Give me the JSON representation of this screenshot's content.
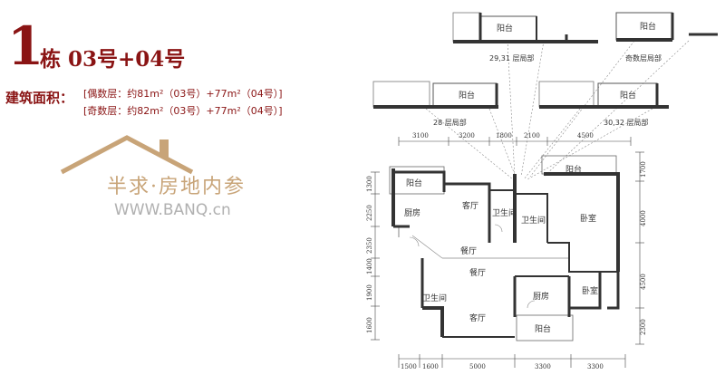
{
  "title": {
    "number": "1",
    "building": "栋 03号+04号"
  },
  "area": {
    "label": "建筑面积：",
    "even": "[偶数层：约81m²（03号）+77m²（04号）]",
    "odd": "[奇数层：约82m²（03号）+77m²（04号）]"
  },
  "watermark": {
    "line1": "半求·房地内参",
    "line2": "WWW.BANQ.cn"
  },
  "rooms": {
    "balcony_nw": "阳台",
    "kitchen_w": "厨房",
    "living_n": "客厅",
    "bath_n": "卫生间",
    "bath_ne": "卫生间",
    "bedroom_ne": "卧室",
    "balcony_ne": "阳台",
    "dining_n": "餐厅",
    "dining_s": "餐厅",
    "bath_sw": "卫生间",
    "kitchen_s": "厨房",
    "bedroom_se": "卧室",
    "living_s": "客厅",
    "balcony_s": "阳台"
  },
  "details": {
    "d1": {
      "room": "阳台",
      "caption": "29,31 层局部"
    },
    "d2": {
      "room": "阳台",
      "caption": "奇数层局部"
    },
    "d3": {
      "room": "阳台",
      "caption": "28 层局部"
    },
    "d4": {
      "room": "阳台",
      "caption": "30,32 层局部"
    }
  },
  "dims_top": [
    "3100",
    "3200",
    "1800",
    "2100",
    "4500"
  ],
  "dims_bottom": [
    "1500",
    "1600",
    "5000",
    "3300",
    "3300"
  ],
  "dims_left": [
    "1300",
    "2250",
    "2350",
    "1400",
    "1900",
    "1600"
  ],
  "dims_right": [
    "1700",
    "4000",
    "4500",
    "2300"
  ]
}
